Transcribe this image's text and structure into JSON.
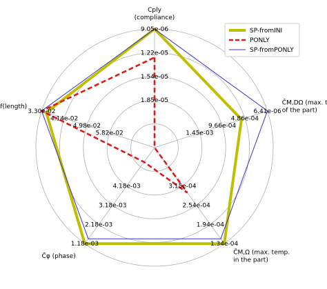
{
  "chart_data": {
    "type": "radar",
    "grid": true,
    "legend_position": "top-right",
    "axes": [
      {
        "name": "cply",
        "label_lines": [
          "Cply",
          "(compliance)"
        ],
        "ticks": [
          "9.05e-06",
          "1.22e-05",
          "1.54e-05",
          "1.85e-05"
        ]
      },
      {
        "name": "cm-d-omega",
        "label_lines": [
          "C̄M,DΩ (max. temp. out",
          "of the part)"
        ],
        "ticks": [
          "6.41e-06",
          "4.86e-04",
          "9.66e-04",
          "1.45e-03"
        ]
      },
      {
        "name": "cm-omega",
        "label_lines": [
          "C̄M,Ω (max. temp.",
          "in the part)"
        ],
        "ticks": [
          "1.34e-04",
          "1.94e-04",
          "2.54e-04",
          "3.15e-04"
        ]
      },
      {
        "name": "c-phi",
        "label_lines": [
          "C̄φ (phase)"
        ],
        "ticks": [
          "1.18e-03",
          "2.18e-03",
          "3.18e-03",
          "4.18e-03"
        ]
      },
      {
        "name": "length",
        "label_lines": [
          "Lf(length)"
        ],
        "ticks": [
          "3.30e-02",
          "4.14e-02",
          "4.98e-02",
          "5.82e-02"
        ]
      }
    ],
    "series": [
      {
        "name": "SP-fromINI",
        "color": "#bfbf00",
        "style": "solid-thick",
        "values": [
          1.0,
          0.77,
          1.0,
          1.0,
          0.96
        ]
      },
      {
        "name": "PONLY",
        "color": "#e01818",
        "style": "dashed",
        "values": [
          0.76,
          0.0,
          0.47,
          0.15,
          1.0
        ]
      },
      {
        "name": "SP-fromPONLY",
        "color": "#3333cc",
        "style": "solid-thin",
        "values": [
          1.0,
          1.0,
          0.95,
          0.95,
          1.0
        ]
      }
    ]
  }
}
